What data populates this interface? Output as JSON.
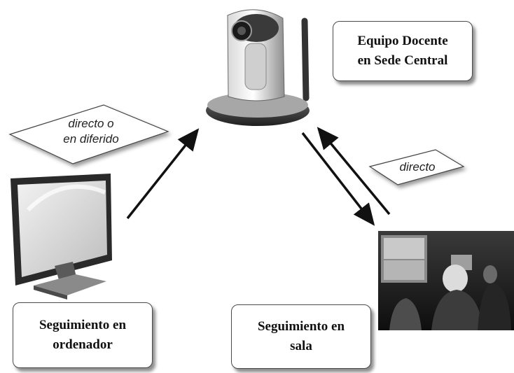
{
  "nodes": {
    "equipo_docente": {
      "line1": "Equipo Docente",
      "line2": "en Sede Central"
    },
    "seguimiento_ordenador": {
      "line1": "Seguimiento en",
      "line2": "ordenador"
    },
    "seguimiento_sala": {
      "line1": "Seguimiento en",
      "line2": "sala"
    }
  },
  "edge_labels": {
    "ordenador_to_camera": {
      "line1": "directo o",
      "line2": "en diferido"
    },
    "sala_camera": {
      "text": "directo"
    }
  },
  "icons": {
    "camera": "ptz-webcam-icon",
    "monitor": "computer-monitor-icon",
    "room": "videoconference-room-photo"
  }
}
